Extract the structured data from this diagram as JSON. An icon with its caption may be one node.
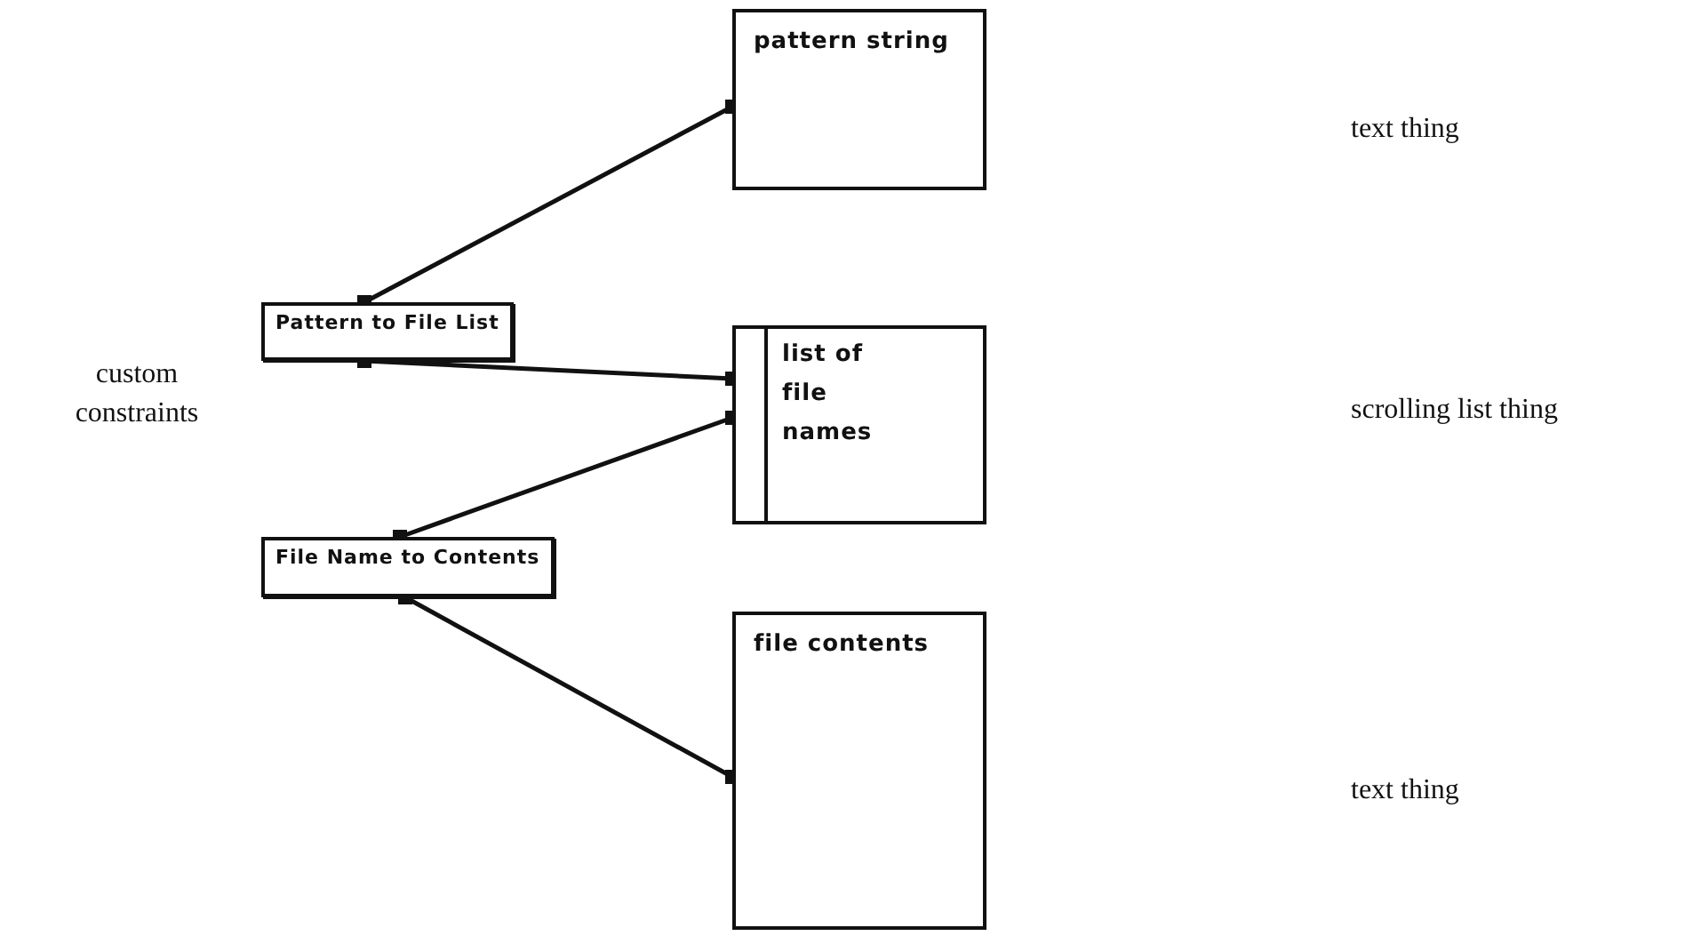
{
  "diagram": {
    "nodes": [
      {
        "text": [
          "pattern string"
        ]
      },
      {
        "text": [
          "Pattern to File List"
        ]
      },
      {
        "text": [
          "list of file names"
        ]
      },
      {
        "text": [
          "File Name to Contents"
        ]
      },
      {
        "text": [
          "file contents"
        ]
      }
    ],
    "edges": [
      {
        "from": 1,
        "to": 0,
        "arrow": "other"
      },
      {
        "from": 1,
        "to": 2,
        "arrow": "other"
      },
      {
        "from": 2,
        "to": 3,
        "arrow": "other"
      },
      {
        "from": 3,
        "to": 4,
        "arrow": "other"
      }
    ],
    "labels": [
      "text thing",
      "custom constraints",
      "scrolling list thing",
      "text thing"
    ]
  }
}
